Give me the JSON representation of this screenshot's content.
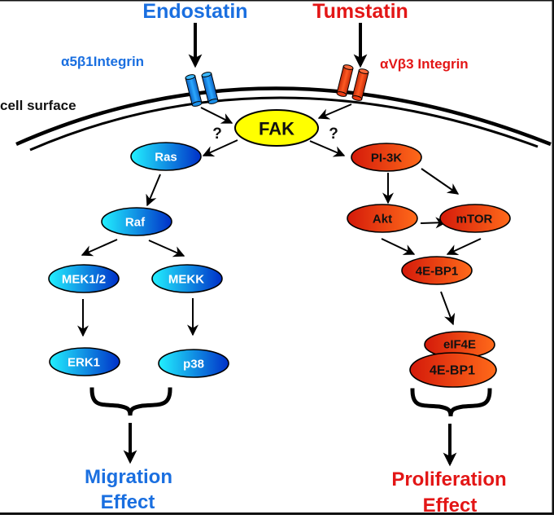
{
  "diagram": {
    "colors": {
      "blue_text": "#1a6fe0",
      "red_text": "#e31616",
      "fak_fill": "#ffff00",
      "blue_node_light": "#22f0ff",
      "blue_node_dark": "#0030c8",
      "red_node_dark": "#d41a0a",
      "red_node_light": "#ff6a1a",
      "integrin_blue": "#1a8fe8",
      "integrin_red": "#ee3a12"
    },
    "ligands": {
      "left": "Endostatin",
      "right": "Tumstatin"
    },
    "integrins": {
      "left": "α5β1Integrin",
      "right": "αVβ3 Integrin"
    },
    "membrane_label": "cell surface",
    "unknown_marker": "?",
    "nodes": {
      "fak": "FAK",
      "ras": "Ras",
      "raf": "Raf",
      "mek": "MEK1/2",
      "mekk": "MEKK",
      "erk": "ERK1",
      "p38": "p38",
      "pi3k": "PI-3K",
      "akt": "Akt",
      "mtor": "mTOR",
      "bp1": "4E-BP1",
      "eif4e": "eIF4E",
      "bp1_complex": "4E-BP1"
    },
    "effects": {
      "left_line1": "Migration",
      "left_line2": "Effect",
      "right_line1": "Proliferation",
      "right_line2": "Effect"
    },
    "edges": [
      [
        "left-integrin",
        "fak"
      ],
      [
        "right-integrin",
        "fak"
      ],
      [
        "fak",
        "ras"
      ],
      [
        "fak",
        "pi3k"
      ],
      [
        "ras",
        "raf"
      ],
      [
        "raf",
        "mek"
      ],
      [
        "raf",
        "mekk"
      ],
      [
        "mek",
        "erk"
      ],
      [
        "mekk",
        "p38"
      ],
      [
        "pi3k",
        "akt"
      ],
      [
        "pi3k",
        "mtor"
      ],
      [
        "akt",
        "mtor"
      ],
      [
        "akt",
        "bp1"
      ],
      [
        "mtor",
        "bp1"
      ],
      [
        "bp1",
        "eif4e-complex"
      ]
    ]
  }
}
